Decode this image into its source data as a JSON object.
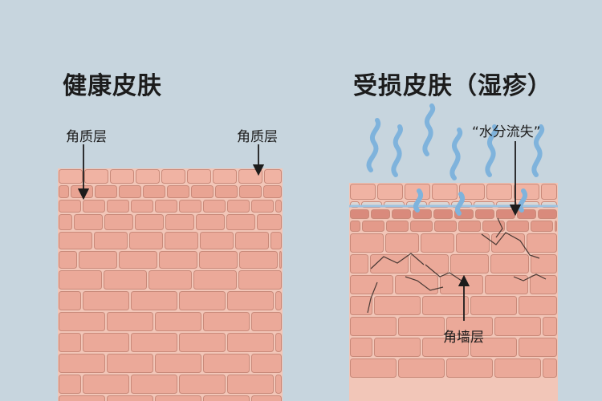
{
  "healthy": {
    "title": "健康皮肤",
    "label_left": "角质层",
    "label_right": "角质层"
  },
  "damaged": {
    "title": "受损皮肤（湿疹）",
    "label_water_loss": "“水分流失”",
    "label_bottom": "角墙层"
  },
  "colors": {
    "background": "#c7d5de",
    "brick_fill": "#eba999",
    "brick_stroke": "#c98a7a",
    "mortar": "#f2c6b8",
    "water_wave": "#7fb3dc",
    "arrow": "#1c1c1c"
  }
}
